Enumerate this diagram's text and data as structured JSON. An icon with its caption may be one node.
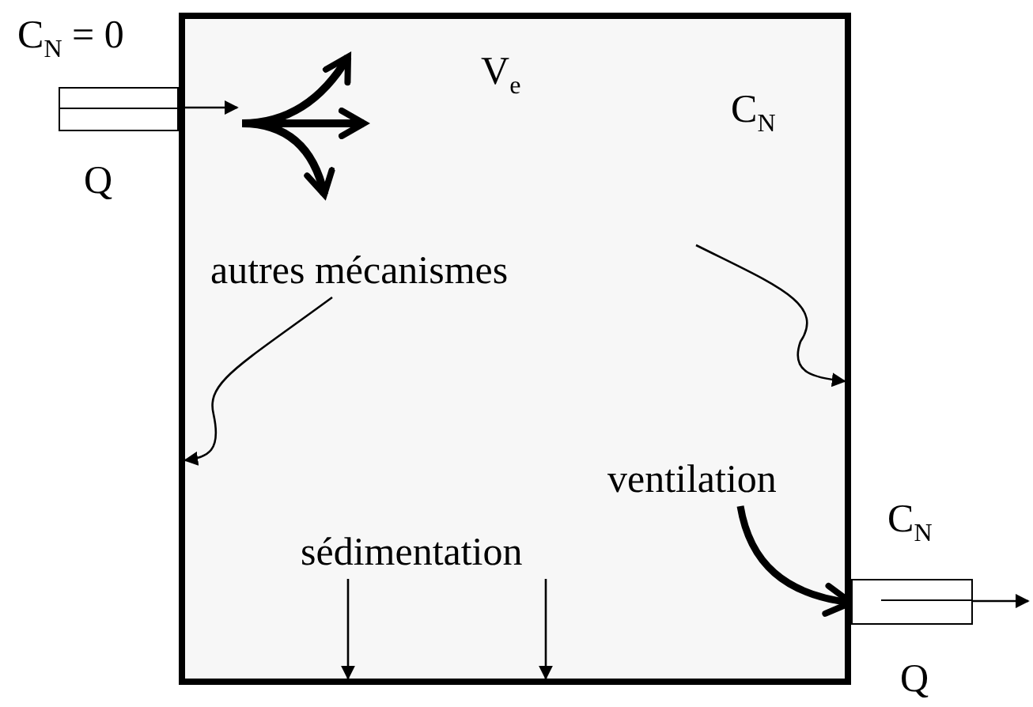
{
  "diagram": {
    "nodes": [
      {
        "text": [],
        "shape": "box"
      },
      {
        "text": [
          "autres mécanismes"
        ],
        "in": 0
      },
      {
        "text": [
          "sédimentation"
        ],
        "in": 0
      },
      {
        "text": [
          "ventilation"
        ],
        "in": 0
      },
      {
        "text": [],
        "shape": "box",
        "beside": [
          "C$_{N}$ = 0",
          "Q"
        ]
      },
      {
        "text": [],
        "shape": "box",
        "beside": [
          "C$_{N}$",
          "Q"
        ]
      },
      {
        "text": [],
        "shape": "picture",
        "in": 0
      }
    ],
    "edges": [
      {
        "from": 4,
        "to": 6,
        "arrow": "to"
      },
      {
        "from": 1,
        "to": 0,
        "arrow": "to"
      },
      {
        "from": null,
        "to": 0,
        "arrow": "to"
      },
      {
        "from": 2,
        "to": 0,
        "arrow": "to"
      },
      {
        "from": 2,
        "to": 0,
        "arrow": "to"
      },
      {
        "from": 3,
        "to": 5,
        "arrow": "to",
        "style": "thick"
      },
      {
        "from": 5,
        "to": null,
        "arrow": "to"
      }
    ],
    "labels": [
      "V$_{e}$",
      "C$_{N}$"
    ]
  }
}
